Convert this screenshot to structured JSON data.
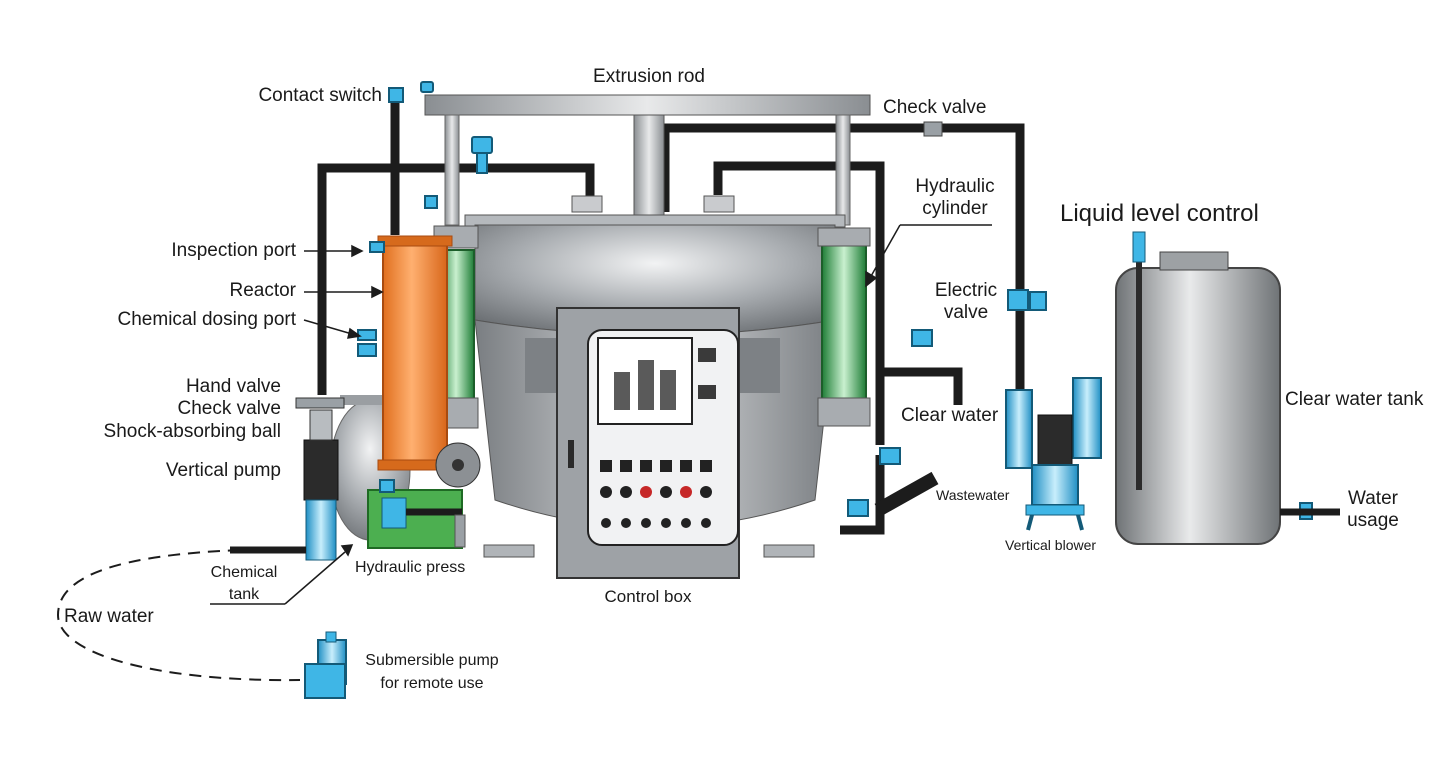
{
  "labels": {
    "extrusion_rod": "Extrusion rod",
    "contact_switch": "Contact switch",
    "check_valve_top": "Check valve",
    "hydraulic_cylinder": "Hydraulic\ncylinder",
    "liquid_level_control": "Liquid level control",
    "inspection_port": "Inspection port",
    "reactor": "Reactor",
    "chemical_dosing_port": "Chemical dosing port",
    "electric_valve": "Electric\nvalve",
    "hand_valve": "Hand valve",
    "check_valve": "Check valve",
    "shock_absorbing_ball": "Shock-absorbing ball",
    "clear_water": "Clear water",
    "clear_water_tank": "Clear water tank",
    "vertical_pump": "Vertical pump",
    "wastewater": "Wastewater",
    "water_usage": "Water\nusage",
    "vertical_blower": "Vertical blower",
    "chemical_tank": "Chemical\ntank",
    "hydraulic_press": "Hydraulic press",
    "control_box": "Control box",
    "raw_water": "Raw water",
    "submersible_pump": "Submersible pump\nfor remote use"
  },
  "colors": {
    "pipe": "#1c1c1c",
    "vessel_gray": "#8e9296",
    "reactor_orange": "#f08a3a",
    "cylinder_green": "#2e9e4a",
    "fitting_blue": "#3fb6e6",
    "press_green": "#4caf50"
  }
}
